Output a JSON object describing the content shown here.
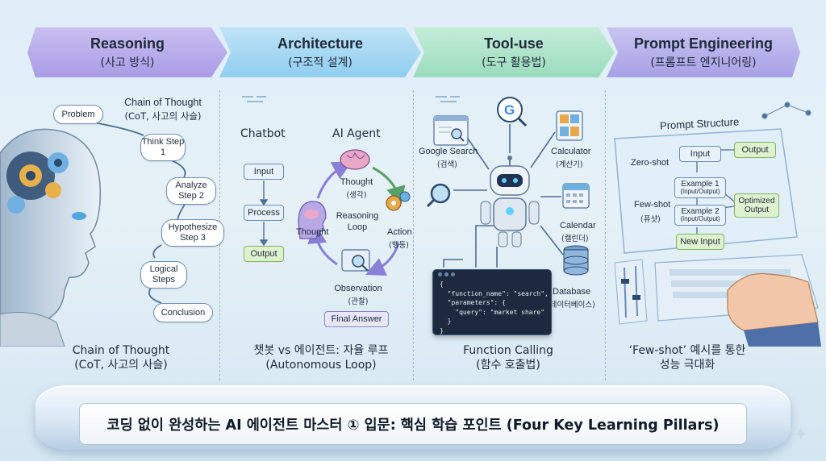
{
  "pillars": [
    {
      "title": "Reasoning",
      "subtitle": "(사고 방식)"
    },
    {
      "title": "Architecture",
      "subtitle": "(구조적 설계)"
    },
    {
      "title": "Tool-use",
      "subtitle": "(도구 활용법)"
    },
    {
      "title": "Prompt Engineering",
      "subtitle": "(프롬프트 엔지니어링)"
    }
  ],
  "reasoning": {
    "header_line1": "Chain of Thought",
    "header_line2": "(CoT, 사고의 사슬)",
    "steps": [
      "Problem",
      "Think Step 1",
      "Analyze Step 2",
      "Hypothesize Step 3",
      "Logical Steps",
      "Conclusion"
    ],
    "caption_line1": "Chain of Thought",
    "caption_line2": "(CoT, 사고의 사슬)"
  },
  "architecture": {
    "chatbot_label": "Chatbot",
    "chatbot_flow": [
      "Input",
      "Process",
      "Output"
    ],
    "agent_label": "AI Agent",
    "thought_top": "Thought",
    "thought_top_ko": "(생각)",
    "loop_label_line1": "Reasoning",
    "loop_label_line2": "Loop",
    "thought_left": "Thought",
    "action": "Action",
    "action_ko": "(행동)",
    "observation": "Observation",
    "observation_ko": "(관찰)",
    "final_answer": "Final Answer",
    "caption_line1": "챗봇 vs 에이전트: 자율 루프",
    "caption_line2": "(Autonomous Loop)"
  },
  "tooluse": {
    "tools": [
      {
        "name": "Google Search",
        "ko": "(검색)",
        "icon": "search-window-icon"
      },
      {
        "name": "Calculator",
        "ko": "(계산기)",
        "icon": "calculator-icon"
      },
      {
        "name": "Calendar",
        "ko": "(캘린더)",
        "icon": "calendar-icon"
      },
      {
        "name": "Database",
        "ko": "(데이터베이스)",
        "icon": "database-icon"
      }
    ],
    "code_lines": [
      "{",
      "  \"function_name\": \"search\",",
      "  \"parameters\": {",
      "    \"query\": \"market share\"",
      "  }",
      "}"
    ],
    "caption_line1": "Function Calling",
    "caption_line2": "(함수 호출법)"
  },
  "prompt": {
    "structure_title": "Prompt Structure",
    "zero_shot": "Zero-shot",
    "few_shot": "Few-shot",
    "few_shot_ko": "(퓨샷)",
    "input": "Input",
    "output": "Output",
    "example1": "Example 1",
    "example1_sub": "(Input/Output)",
    "example2": "Example 2",
    "example2_sub": "(Input/Output)",
    "optimized_output_line1": "Optimized",
    "optimized_output_line2": "Output",
    "new_input": "New Input",
    "caption_line1": "‘Few-shot’ 예시를 통한",
    "caption_line2": "성능 극대화"
  },
  "footer": {
    "banner": "코딩 없이 완성하는 AI 에이전트 마스터 ① 입문: 핵심 학습 포인트 (Four Key Learning Pillars)"
  },
  "colors": {
    "reasoning": "#a99ce6",
    "architecture": "#91cdef",
    "tooluse": "#9bdcbd",
    "prompt": "#a7a0e6"
  }
}
